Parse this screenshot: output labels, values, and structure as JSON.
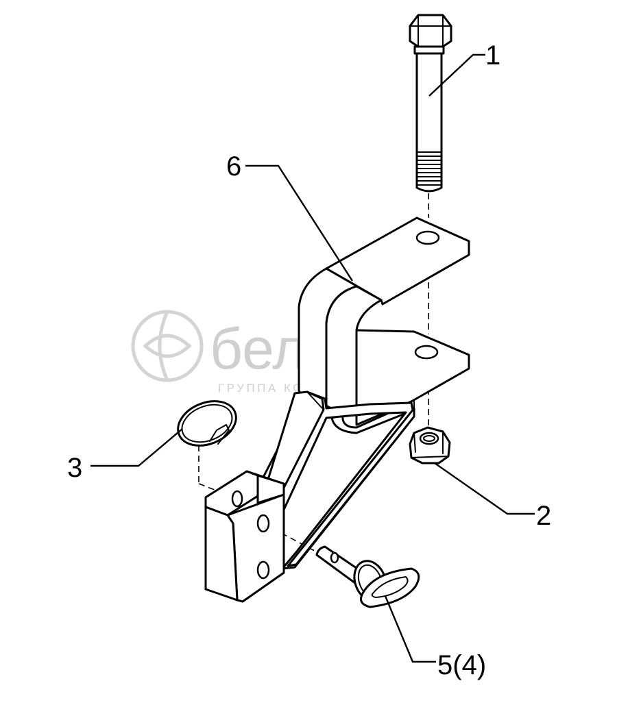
{
  "callouts": {
    "c1": "1",
    "c2": "2",
    "c3": "3",
    "c4": "5(4)",
    "c6": "6"
  },
  "watermark": {
    "brand": "белагро",
    "tagline": "ГРУППА КОМПАНИЙ"
  },
  "colors": {
    "line": "#000000",
    "background": "#ffffff",
    "watermark": "#cfcfcf"
  }
}
